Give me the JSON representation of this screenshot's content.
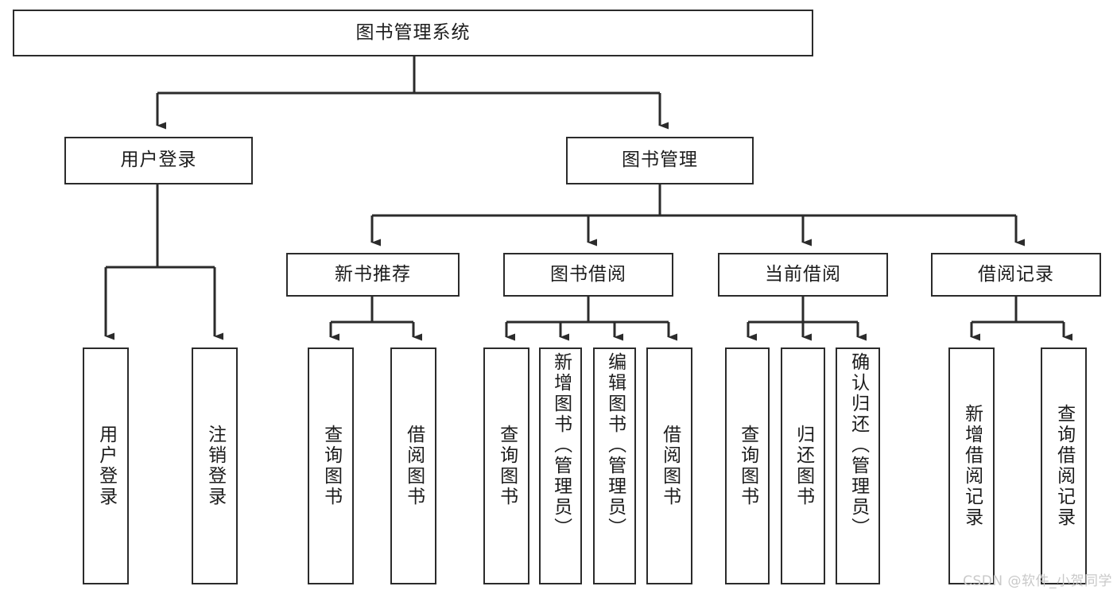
{
  "diagram": {
    "type": "tree-hierarchy",
    "title": "图书管理系统",
    "watermark": "CSDN @软件_小贺同学",
    "style": {
      "background": "#ffffff",
      "border_color": "#2b2b2b",
      "text_color": "#1c1c1c",
      "edge_color": "#2b2b2b",
      "watermark_color": "#c9c9c9"
    },
    "nodes": {
      "root": {
        "label": "图书管理系统",
        "orientation": "horizontal"
      },
      "user_login": {
        "label": "用户登录",
        "orientation": "horizontal"
      },
      "book_manage": {
        "label": "图书管理",
        "orientation": "horizontal"
      },
      "new_book_rec": {
        "label": "新书推荐",
        "orientation": "horizontal"
      },
      "book_borrow": {
        "label": "图书借阅",
        "orientation": "horizontal"
      },
      "current_borrow": {
        "label": "当前借阅",
        "orientation": "horizontal"
      },
      "borrow_record": {
        "label": "借阅记录",
        "orientation": "horizontal"
      },
      "leaf_user_login": {
        "label": "用户登录",
        "orientation": "vertical"
      },
      "leaf_user_logout": {
        "label": "注销登录",
        "orientation": "vertical"
      },
      "leaf_query_book_1": {
        "label": "查询图书",
        "orientation": "vertical"
      },
      "leaf_borrow_book_1": {
        "label": "借阅图书",
        "orientation": "vertical"
      },
      "leaf_query_book_2": {
        "label": "查询图书",
        "orientation": "vertical"
      },
      "leaf_add_book": {
        "label": "新增图书（管理员）",
        "orientation": "vertical"
      },
      "leaf_edit_book": {
        "label": "编辑图书（管理员）",
        "orientation": "vertical"
      },
      "leaf_borrow_book_2": {
        "label": "借阅图书",
        "orientation": "vertical"
      },
      "leaf_query_book_3": {
        "label": "查询图书",
        "orientation": "vertical"
      },
      "leaf_return_book": {
        "label": "归还图书",
        "orientation": "vertical"
      },
      "leaf_confirm_return": {
        "label": "确认归还（管理员）",
        "orientation": "vertical"
      },
      "leaf_add_record": {
        "label": "新增借阅记录",
        "orientation": "vertical"
      },
      "leaf_query_record": {
        "label": "查询借阅记录",
        "orientation": "vertical"
      }
    },
    "edges": [
      {
        "from": "root",
        "to": "user_login"
      },
      {
        "from": "root",
        "to": "book_manage"
      },
      {
        "from": "user_login",
        "to": "leaf_user_login"
      },
      {
        "from": "user_login",
        "to": "leaf_user_logout"
      },
      {
        "from": "book_manage",
        "to": "new_book_rec"
      },
      {
        "from": "book_manage",
        "to": "book_borrow"
      },
      {
        "from": "book_manage",
        "to": "current_borrow"
      },
      {
        "from": "book_manage",
        "to": "borrow_record"
      },
      {
        "from": "new_book_rec",
        "to": "leaf_query_book_1"
      },
      {
        "from": "new_book_rec",
        "to": "leaf_borrow_book_1"
      },
      {
        "from": "book_borrow",
        "to": "leaf_query_book_2"
      },
      {
        "from": "book_borrow",
        "to": "leaf_add_book"
      },
      {
        "from": "book_borrow",
        "to": "leaf_edit_book"
      },
      {
        "from": "book_borrow",
        "to": "leaf_borrow_book_2"
      },
      {
        "from": "current_borrow",
        "to": "leaf_query_book_3"
      },
      {
        "from": "current_borrow",
        "to": "leaf_return_book"
      },
      {
        "from": "current_borrow",
        "to": "leaf_confirm_return"
      },
      {
        "from": "borrow_record",
        "to": "leaf_add_record"
      },
      {
        "from": "borrow_record",
        "to": "leaf_query_record"
      }
    ]
  }
}
